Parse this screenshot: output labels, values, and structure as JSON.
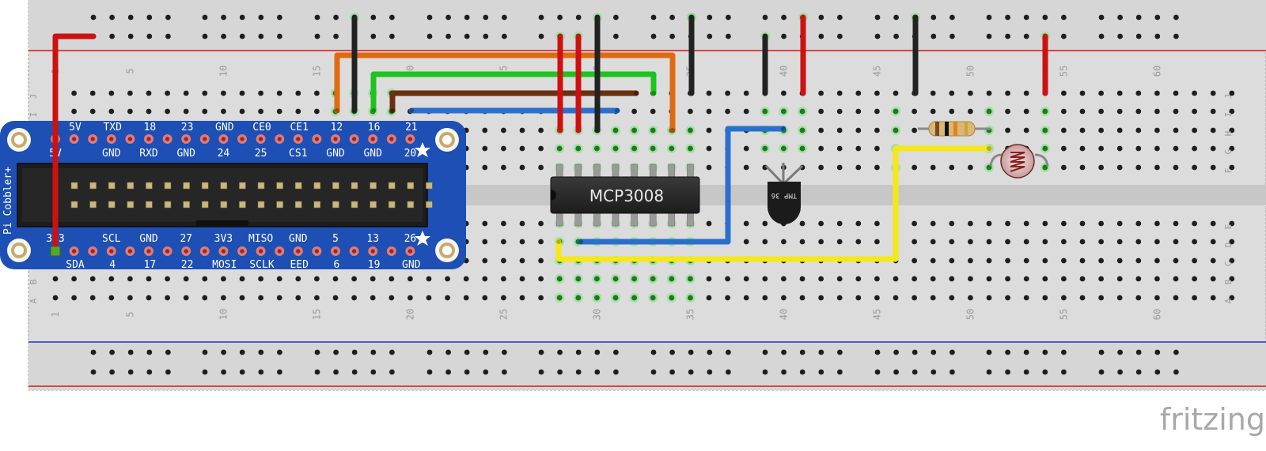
{
  "cobbler": {
    "title": "Pi Cobbler+",
    "top_row_labels": [
      "5V",
      "TXD",
      "18",
      "23",
      "GND",
      "CE0",
      "CE1",
      "12",
      "16",
      "21"
    ],
    "second_row_labels": [
      "5V",
      "GND",
      "RXD",
      "GND",
      "24",
      "25",
      "CS1",
      "GND",
      "GND",
      "20"
    ],
    "bottom_row_upper_labels": [
      "3V3",
      "SCL",
      "GND",
      "27",
      "3V3",
      "MISO",
      "GND",
      "5",
      "13",
      "26"
    ],
    "bottom_row_lower_labels": [
      "SDA",
      "4",
      "17",
      "22",
      "MOSI",
      "SCLK",
      "EED",
      "6",
      "19",
      "GND"
    ]
  },
  "breadboard": {
    "row_letters_top": [
      "J",
      "I",
      "H",
      "G",
      "F"
    ],
    "row_letters_bottom": [
      "E",
      "D",
      "C",
      "B",
      "A"
    ],
    "column_numbers": [
      "1",
      "5",
      "10",
      "15",
      "20",
      "25",
      "30",
      "35",
      "40",
      "45",
      "50",
      "55",
      "60"
    ]
  },
  "components": {
    "adc_label": "MCP3008",
    "temp_sensor_label": "TMP 36"
  },
  "watermark": "fritzing",
  "colors": {
    "board_blue": "#1e4fb4",
    "wire_red": "#cc1111",
    "wire_black": "#222222",
    "wire_orange": "#e06a12",
    "wire_green": "#1fc21f",
    "wire_brown": "#6a3010",
    "wire_blue": "#2a6fcc",
    "wire_yellow": "#f4e81a"
  }
}
